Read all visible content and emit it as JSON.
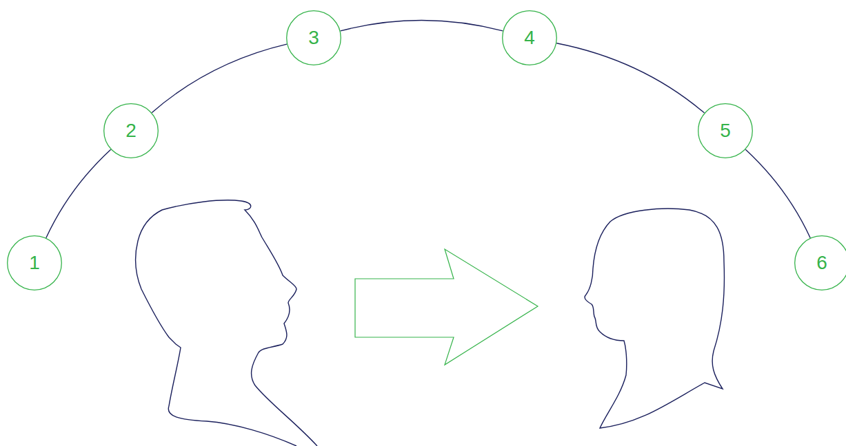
{
  "diagram": {
    "nodes": [
      {
        "text": [
          "1"
        ]
      },
      {
        "text": [
          "2"
        ]
      },
      {
        "text": [
          "3"
        ]
      },
      {
        "text": [
          "4"
        ]
      },
      {
        "text": [
          "5"
        ]
      },
      {
        "text": [
          "6"
        ]
      }
    ],
    "edges": [
      {
        "from": 0,
        "to": 1,
        "arrow": "none"
      },
      {
        "from": 1,
        "to": 2,
        "arrow": "none"
      },
      {
        "from": 2,
        "to": 3,
        "arrow": "none"
      },
      {
        "from": 3,
        "to": 4,
        "arrow": "none"
      },
      {
        "from": 4,
        "to": 5,
        "arrow": "none"
      }
    ]
  }
}
